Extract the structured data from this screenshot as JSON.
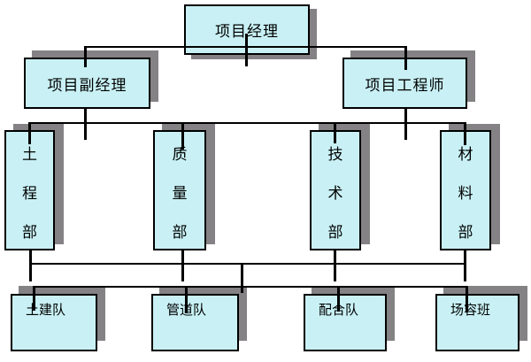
{
  "diagram": {
    "type": "org-chart",
    "background": "#ffffff",
    "colors": {
      "box_fill": "#c9f1f5",
      "box_border": "#000000",
      "shadow": "#848284",
      "connector": "#000000"
    }
  },
  "nodes": {
    "level1": [
      {
        "id": "project-manager",
        "label": "项目经理"
      }
    ],
    "level2": [
      {
        "id": "deputy-project-manager",
        "label": "项目副经理"
      },
      {
        "id": "project-engineer",
        "label": "项目工程师"
      }
    ],
    "level3": [
      {
        "id": "civil-engineering-dept",
        "label": "土程部",
        "orientation": "vertical"
      },
      {
        "id": "quality-dept",
        "label": "质量部",
        "orientation": "vertical"
      },
      {
        "id": "technology-dept",
        "label": "技术部",
        "orientation": "vertical"
      },
      {
        "id": "materials-dept",
        "label": "材料部",
        "orientation": "vertical"
      }
    ],
    "level4": [
      {
        "id": "civil-construction-team",
        "label": "土建队"
      },
      {
        "id": "pipeline-team",
        "label": "管道队"
      },
      {
        "id": "coordination-team",
        "label": "配合队"
      },
      {
        "id": "site-appearance-team",
        "label": "场容班"
      }
    ]
  },
  "structure": {
    "项目经理": [
      "项目副经理",
      "项目工程师"
    ],
    "项目副经理_项目工程师": [
      "土程部",
      "质量部",
      "技术部",
      "材料部"
    ],
    "土程部_质量部_技术部_材料部": [
      "土建队",
      "管道队",
      "配合队",
      "场容班"
    ]
  }
}
